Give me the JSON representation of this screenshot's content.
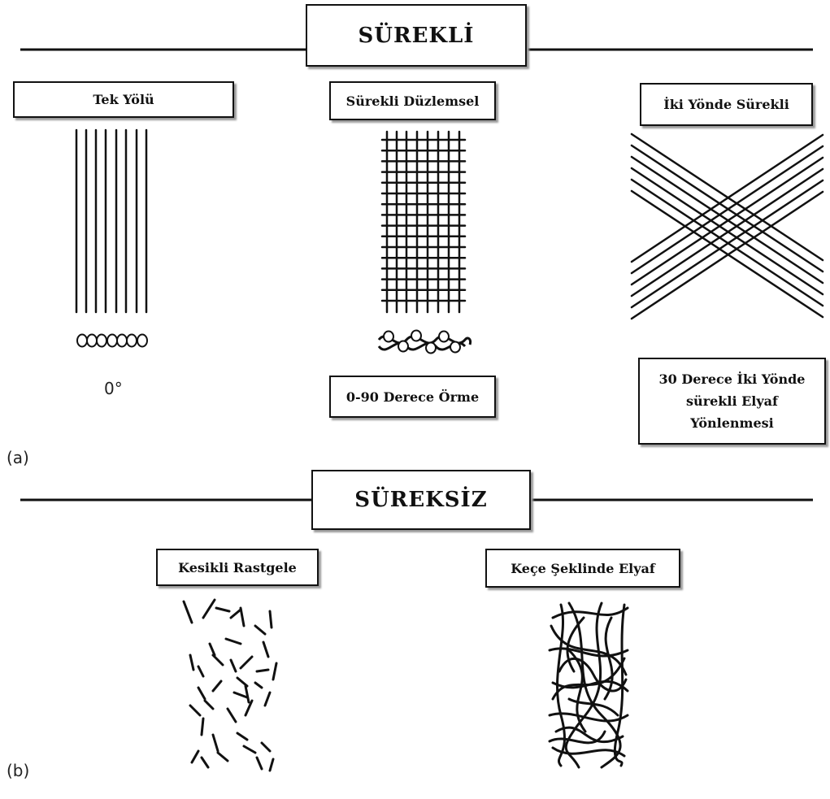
{
  "section_continuous": {
    "header": "SÜREKLİ",
    "panel_label": "(a)",
    "items": {
      "unidirectional": {
        "title": "Tek Yölü",
        "angle": "0°"
      },
      "planar": {
        "title": "Sürekli Düzlemsel",
        "caption": "0-90 Derece Örme"
      },
      "bidirectional": {
        "title": "İki Yönde Sürekli",
        "caption": "30 Derece İki Yönde sürekli Elyaf Yönlenmesi"
      }
    }
  },
  "section_discontinuous": {
    "header": "SÜREKSİZ",
    "panel_label": "(b)",
    "items": {
      "random_chopped": {
        "title": "Kesikli Rastgele"
      },
      "felt": {
        "title": "Keçe Şeklinde Elyaf"
      }
    }
  },
  "colors": {
    "line": "#111111",
    "shadow": "#9a9a9a",
    "background": "#ffffff"
  }
}
